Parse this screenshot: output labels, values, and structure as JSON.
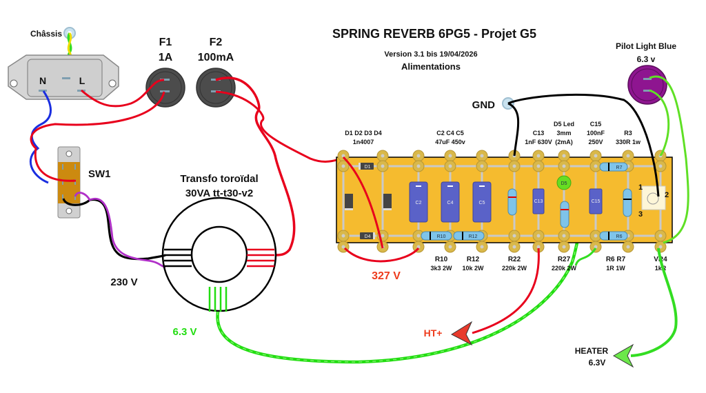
{
  "title": "SPRING REVERB 6PG5 - Projet G5",
  "version": "Version 3.1 bis 19/04/2026",
  "subtitle": "Alimentations",
  "colors": {
    "board": "#f5bb2f",
    "pad": "#d9b84a",
    "wire_red": "#e8001c",
    "wire_green": "#33dd22",
    "wire_black": "#000000",
    "wire_blue": "#1a2ee0",
    "wire_purple": "#b030c8",
    "capacitor": "#5a62c8",
    "resistor": "#7fc4ea",
    "fuse_holder": "#555555",
    "pilot_light": "#8e1590",
    "value_red": "#ee3b1c",
    "value_green": "#22dd11"
  },
  "chassis": {
    "label": "Châssis"
  },
  "iec_inlet": {
    "neutral": "N",
    "line": "L"
  },
  "fuses": [
    {
      "name": "F1",
      "rating": "1A"
    },
    {
      "name": "F2",
      "rating": "100mA"
    }
  ],
  "switch": {
    "label": "SW1"
  },
  "transformer": {
    "line1": "Transfo toroïdal",
    "line2": "30VA tt-t30-v2",
    "primary": "230 V",
    "secondary_heater": "6.3 V"
  },
  "gnd": {
    "label": "GND"
  },
  "pilot_light": {
    "line1": "Pilot Light Blue",
    "line2": "6.3 v"
  },
  "board_top_labels": [
    {
      "line1": "D1 D2 D3 D4",
      "line2": "1n4007"
    },
    {
      "line1": "C2 C4 C5",
      "line2": "47uF 450v"
    },
    {
      "line1": "C13",
      "line2": "1nF 630V"
    },
    {
      "line1": "D5 Led",
      "line2": "3mm",
      "line3": "(2mA)"
    },
    {
      "line1": "C15",
      "line2": "100nF",
      "line3": "250V"
    },
    {
      "line1": "R3",
      "line2": "330R 1w"
    }
  ],
  "board_bottom_labels": [
    {
      "line1": "R10",
      "line2": "3k3 2W"
    },
    {
      "line1": "R12",
      "line2": "10k 2W"
    },
    {
      "line1": "R22",
      "line2": "220k 2W"
    },
    {
      "line1": "R27",
      "line2": "220k 2W"
    },
    {
      "line1": "R6 R7",
      "line2": "1R 1W"
    },
    {
      "line1": "VR4",
      "line2": "1kR"
    }
  ],
  "components": {
    "diodes": [
      "D1",
      "D2",
      "D3",
      "D4"
    ],
    "capacitors": [
      "C2",
      "C4",
      "C5",
      "C13",
      "C15"
    ],
    "resistors": [
      "R10",
      "R12",
      "R22",
      "R27",
      "R7",
      "R3",
      "R6"
    ],
    "led": "D5",
    "trimmer": {
      "name": "VR4",
      "pin1": "1",
      "pin2": "2",
      "pin3": "3"
    }
  },
  "rectified_voltage": "327 V",
  "outputs": {
    "ht": "HT+",
    "heater_line1": "HEATER",
    "heater_line2": "6.3V"
  }
}
